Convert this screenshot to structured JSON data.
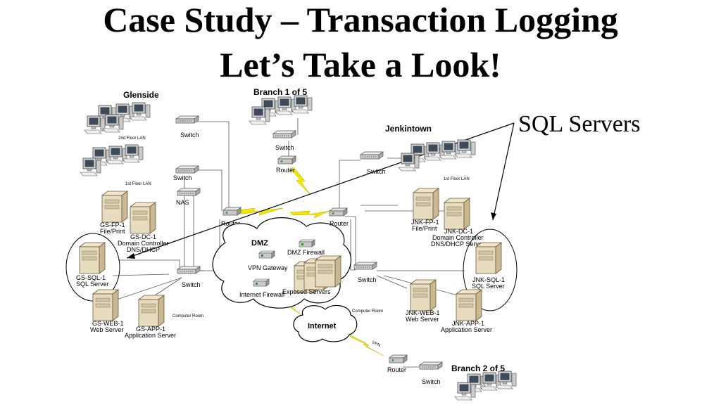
{
  "slide": {
    "title_line1": "Case Study – Transaction Logging",
    "title_line2": "Let’s Take a Look!",
    "callout": "SQL Servers"
  },
  "sites": {
    "glenside": "Glenside",
    "branch1": "Branch 1 of 5",
    "jenkintown": "Jenkintown",
    "branch2": "Branch 2 of 5"
  },
  "labels": {
    "gs_floor2": "2nd Floor LAN",
    "gs_floor1": "1st Floor LAN",
    "jnk_floor1": "1st Floor LAN",
    "switch": "Switch",
    "router": "Router",
    "nas": "NAS",
    "gs_fp1": [
      "GS-FP-1",
      "File/Print"
    ],
    "gs_dc1": [
      "GS-DC-1",
      "Domain Controller",
      "DNS/DHCP"
    ],
    "gs_sql1": [
      "GS-SQL-1",
      "SQL Server"
    ],
    "gs_web1": [
      "GS-WEB-1",
      "Web Server"
    ],
    "gs_app1": [
      "GS-APP-1",
      "Application Server"
    ],
    "computer_room": "Computer Room",
    "jnk_fp1": [
      "JNK-FP-1",
      "File/Print"
    ],
    "jnk_dc1": [
      "JNK-DC-1",
      "Domain Controller",
      "DNS/DHCP Server"
    ],
    "jnk_sql1": [
      "JNK-SQL-1",
      "SQL Server"
    ],
    "jnk_web1": [
      "JNK-WEB-1",
      "Web Server"
    ],
    "jnk_app1": [
      "JNK-APP-1",
      "Application Server"
    ],
    "dmz": "DMZ",
    "dmz_firewall": "DMZ Firewall",
    "vpn_gateway": "VPN Gateway",
    "exposed_servers": "Exposed Servers",
    "internet_firewall": "Internet Firewall",
    "internet": "Internet",
    "vpn": "VPN"
  }
}
